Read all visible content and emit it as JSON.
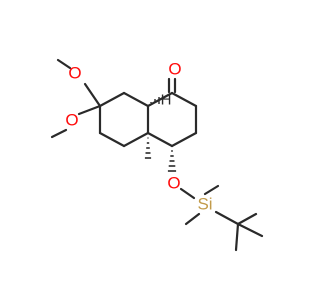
{
  "molecule": {
    "atoms": {
      "o_ketone": "O",
      "o_methoxy_1": "O",
      "o_methoxy_2": "O",
      "o_silyl_ether": "O",
      "si": "Si",
      "h_stereo": "H"
    },
    "colors": {
      "bond": "#2a2a2a",
      "oxygen": "#ff0d0d",
      "silicon": "#c29b4a",
      "hydrogen": "#2a2a2a"
    }
  }
}
